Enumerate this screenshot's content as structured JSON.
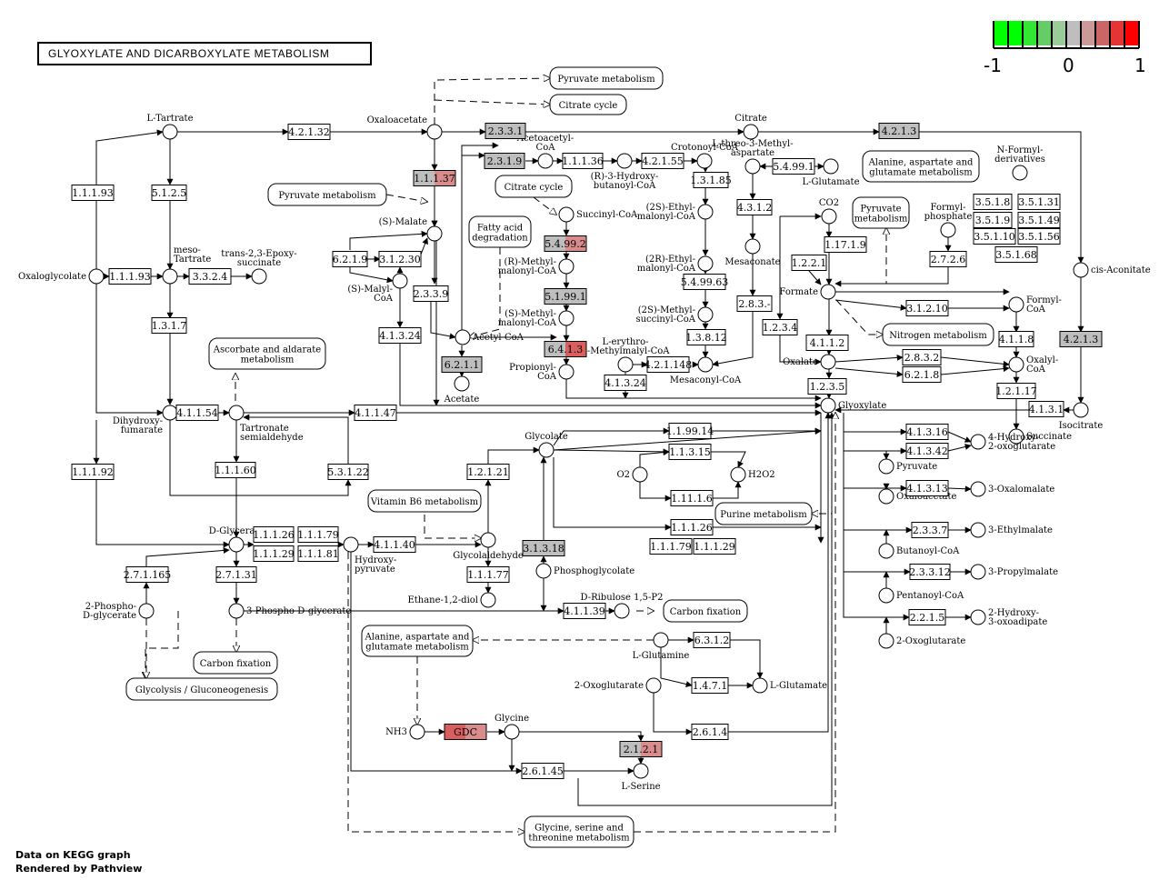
{
  "title": "GLYOXYLATE AND DICARBOXYLATE METABOLISM",
  "footer": {
    "line1": "Data on KEGG graph",
    "line2": "Rendered by Pathview"
  },
  "legend": {
    "labels": [
      "-1",
      "0",
      "1"
    ],
    "colors": [
      "#00ff00",
      "#00ff00",
      "#33e633",
      "#66cc66",
      "#99cc99",
      "#bebebe",
      "#cc9999",
      "#cc6666",
      "#e63333",
      "#ff0000"
    ]
  },
  "colors": {
    "gray": "#bebebe",
    "light_red": "#d98c8c",
    "red": "#d95f5f",
    "dark_red": "#e04545"
  },
  "enzymes": [
    {
      "id": "e1",
      "label": "4.2.1.32",
      "color": "#ffffff"
    },
    {
      "id": "e2",
      "label": "2.3.3.1",
      "color": "#bebebe"
    },
    {
      "id": "e3",
      "label": "4.2.1.3",
      "color": "#bebebe"
    },
    {
      "id": "e4",
      "label": "1.1.1.93",
      "color": "#ffffff"
    },
    {
      "id": "e5",
      "label": "5.1.2.5",
      "color": "#ffffff"
    },
    {
      "id": "e6",
      "label": "1.1.1.37",
      "color": "#bebebe",
      "split": "#d98c8c"
    },
    {
      "id": "e7",
      "label": "2.3.1.9",
      "color": "#bebebe"
    },
    {
      "id": "e8",
      "label": "1.1.1.36",
      "color": "#ffffff"
    },
    {
      "id": "e9",
      "label": "4.2.1.55",
      "color": "#ffffff"
    },
    {
      "id": "e10",
      "label": "1.3.1.85",
      "color": "#ffffff"
    },
    {
      "id": "e11",
      "label": "5.4.99.1",
      "color": "#ffffff"
    },
    {
      "id": "e12",
      "label": "3.5.1.8",
      "color": "#ffffff"
    },
    {
      "id": "e13",
      "label": "3.5.1.31",
      "color": "#ffffff"
    },
    {
      "id": "e14",
      "label": "3.5.1.9",
      "color": "#ffffff"
    },
    {
      "id": "e15",
      "label": "3.5.1.49",
      "color": "#ffffff"
    },
    {
      "id": "e16",
      "label": "3.5.1.10",
      "color": "#ffffff"
    },
    {
      "id": "e17",
      "label": "3.5.1.56",
      "color": "#ffffff"
    },
    {
      "id": "e18",
      "label": "3.5.1.68",
      "color": "#ffffff"
    },
    {
      "id": "e19",
      "label": "1.1.1.93",
      "color": "#ffffff"
    },
    {
      "id": "e20",
      "label": "3.3.2.4",
      "color": "#ffffff"
    },
    {
      "id": "e21",
      "label": "6.2.1.9",
      "color": "#ffffff"
    },
    {
      "id": "e22",
      "label": "3.1.2.30",
      "color": "#ffffff"
    },
    {
      "id": "e23",
      "label": "5.4.99.2",
      "color": "#bebebe",
      "split": "#d98c8c"
    },
    {
      "id": "e24",
      "label": "5.1.99.1",
      "color": "#bebebe"
    },
    {
      "id": "e25",
      "label": "4.3.1.2",
      "color": "#ffffff"
    },
    {
      "id": "e26",
      "label": "1.17.1.9",
      "color": "#ffffff"
    },
    {
      "id": "e27",
      "label": "1.2.2.1",
      "color": "#ffffff"
    },
    {
      "id": "e28",
      "label": "2.7.2.6",
      "color": "#ffffff"
    },
    {
      "id": "e29",
      "label": "5.4.99.63",
      "color": "#ffffff"
    },
    {
      "id": "e30",
      "label": "2.3.3.9",
      "color": "#ffffff"
    },
    {
      "id": "e31",
      "label": "2.8.3.-",
      "color": "#ffffff"
    },
    {
      "id": "e32",
      "label": "3.1.2.10",
      "color": "#ffffff"
    },
    {
      "id": "e33",
      "label": "1.3.1.7",
      "color": "#ffffff"
    },
    {
      "id": "e34",
      "label": "4.1.3.24",
      "color": "#ffffff"
    },
    {
      "id": "e35",
      "label": "6.4.1.3",
      "color": "#bebebe",
      "split": "#d95f5f"
    },
    {
      "id": "e36",
      "label": "1.3.8.12",
      "color": "#ffffff"
    },
    {
      "id": "e37",
      "label": "1.2.3.4",
      "color": "#ffffff"
    },
    {
      "id": "e38",
      "label": "6.2.1.1",
      "color": "#bebebe"
    },
    {
      "id": "e39",
      "label": "4.2.1.148",
      "color": "#ffffff"
    },
    {
      "id": "e40",
      "label": "4.1.1.2",
      "color": "#ffffff"
    },
    {
      "id": "e41",
      "label": "4.1.1.8",
      "color": "#ffffff"
    },
    {
      "id": "e42",
      "label": "4.2.1.3",
      "color": "#bebebe"
    },
    {
      "id": "e43",
      "label": "4.1.3.24",
      "color": "#ffffff"
    },
    {
      "id": "e44",
      "label": "2.8.3.2",
      "color": "#ffffff"
    },
    {
      "id": "e45",
      "label": "6.2.1.8",
      "color": "#ffffff"
    },
    {
      "id": "e46",
      "label": "1.2.3.5",
      "color": "#ffffff"
    },
    {
      "id": "e47",
      "label": "1.2.1.17",
      "color": "#ffffff"
    },
    {
      "id": "e48",
      "label": "4.1.1.54",
      "color": "#ffffff"
    },
    {
      "id": "e49",
      "label": "4.1.1.47",
      "color": "#ffffff"
    },
    {
      "id": "e50",
      "label": "4.1.3.1",
      "color": "#ffffff"
    },
    {
      "id": "e51",
      "label": "1.1.99.14",
      "color": "#ffffff"
    },
    {
      "id": "e52",
      "label": "4.1.3.16",
      "color": "#ffffff"
    },
    {
      "id": "e53",
      "label": "4.1.3.42",
      "color": "#ffffff"
    },
    {
      "id": "e54",
      "label": "1.1.1.60",
      "color": "#ffffff"
    },
    {
      "id": "e55",
      "label": "5.3.1.22",
      "color": "#ffffff"
    },
    {
      "id": "e56",
      "label": "1.2.1.21",
      "color": "#ffffff"
    },
    {
      "id": "e57",
      "label": "1.1.3.15",
      "color": "#ffffff"
    },
    {
      "id": "e58",
      "label": "1.1.1.92",
      "color": "#ffffff"
    },
    {
      "id": "e59",
      "label": "1.11.1.6",
      "color": "#ffffff"
    },
    {
      "id": "e60",
      "label": "4.1.3.13",
      "color": "#ffffff"
    },
    {
      "id": "e61",
      "label": "1.1.1.26",
      "color": "#ffffff"
    },
    {
      "id": "e62",
      "label": "1.1.1.79",
      "color": "#ffffff"
    },
    {
      "id": "e63",
      "label": "1.1.1.29",
      "color": "#ffffff"
    },
    {
      "id": "e64",
      "label": "1.1.1.81",
      "color": "#ffffff"
    },
    {
      "id": "e65",
      "label": "4.1.1.40",
      "color": "#ffffff"
    },
    {
      "id": "e66",
      "label": "1.1.1.26",
      "color": "#ffffff"
    },
    {
      "id": "e67",
      "label": "1.1.1.79",
      "color": "#ffffff"
    },
    {
      "id": "e68",
      "label": "1.1.1.29",
      "color": "#ffffff"
    },
    {
      "id": "e69",
      "label": "2.3.3.7",
      "color": "#ffffff"
    },
    {
      "id": "e70",
      "label": "2.7.1.165",
      "color": "#ffffff"
    },
    {
      "id": "e71",
      "label": "2.7.1.31",
      "color": "#ffffff"
    },
    {
      "id": "e72",
      "label": "3.1.3.18",
      "color": "#bebebe"
    },
    {
      "id": "e73",
      "label": "1.1.1.77",
      "color": "#ffffff"
    },
    {
      "id": "e74",
      "label": "2.3.3.12",
      "color": "#ffffff"
    },
    {
      "id": "e75",
      "label": "4.1.1.39",
      "color": "#ffffff"
    },
    {
      "id": "e76",
      "label": "2.2.1.5",
      "color": "#ffffff"
    },
    {
      "id": "e77",
      "label": "6.3.1.2",
      "color": "#ffffff"
    },
    {
      "id": "e78",
      "label": "1.4.7.1",
      "color": "#ffffff"
    },
    {
      "id": "e79",
      "label": "GDC",
      "color": "#d95f5f",
      "split": "#d98c8c"
    },
    {
      "id": "e80",
      "label": "2.6.1.4",
      "color": "#ffffff"
    },
    {
      "id": "e81",
      "label": "2.1.2.1",
      "color": "#bebebe",
      "split": "#d98c8c"
    },
    {
      "id": "e82",
      "label": "2.6.1.45",
      "color": "#ffffff"
    }
  ],
  "compounds": [
    {
      "id": "c1",
      "label": "L-Tartrate"
    },
    {
      "id": "c2",
      "label": "Oxaloacetate"
    },
    {
      "id": "c3",
      "label": "Citrate"
    },
    {
      "id": "c4",
      "label": "Acetoacetyl-\nCoA"
    },
    {
      "id": "c5",
      "label": "(R)-3-Hydroxy-\nbutanoyl-CoA"
    },
    {
      "id": "c6",
      "label": "Crotonoyl-CoA"
    },
    {
      "id": "c7",
      "label": "L-threo-3-Methyl-\naspartate"
    },
    {
      "id": "c8",
      "label": "L-Glutamate"
    },
    {
      "id": "c9",
      "label": "N-Formyl-\nderivatives"
    },
    {
      "id": "c10",
      "label": "Oxaloglycolate"
    },
    {
      "id": "c11",
      "label": "meso-\nTartrate"
    },
    {
      "id": "c12",
      "label": "trans-2,3-Epoxy-\nsuccinate"
    },
    {
      "id": "c13",
      "label": "(S)-Malate"
    },
    {
      "id": "c14",
      "label": "Succinyl-CoA"
    },
    {
      "id": "c15",
      "label": "(2S)-Ethyl-\nmalonyl-CoA"
    },
    {
      "id": "c16",
      "label": "CO2"
    },
    {
      "id": "c17",
      "label": "Formyl-\nphosphate"
    },
    {
      "id": "c18",
      "label": "(R)-Methyl-\nmalonyl-CoA"
    },
    {
      "id": "c19",
      "label": "(2R)-Ethyl-\nmalonyl-CoA"
    },
    {
      "id": "c20",
      "label": "Mesaconate"
    },
    {
      "id": "c21",
      "label": "(S)-Malyl-\nCoA"
    },
    {
      "id": "c22",
      "label": "cis-Aconitate"
    },
    {
      "id": "c23",
      "label": "Formate"
    },
    {
      "id": "c24",
      "label": "(S)-Methyl-\nmalonyl-CoA"
    },
    {
      "id": "c25",
      "label": "(2S)-Methyl-\nsuccinyl-CoA"
    },
    {
      "id": "c26",
      "label": "Formyl-\nCoA"
    },
    {
      "id": "c27",
      "label": "Acetyl-CoA"
    },
    {
      "id": "c28",
      "label": "L-erythro-\n3-Methylmalyl-CoA"
    },
    {
      "id": "c29",
      "label": "Propionyl-\nCoA"
    },
    {
      "id": "c30",
      "label": "Mesaconyl-CoA"
    },
    {
      "id": "c31",
      "label": "Oxalate"
    },
    {
      "id": "c32",
      "label": "Oxalyl-\nCoA"
    },
    {
      "id": "c33",
      "label": "Acetate"
    },
    {
      "id": "c34",
      "label": "Glyoxylate"
    },
    {
      "id": "c35",
      "label": "Isocitrate"
    },
    {
      "id": "c36",
      "label": "Dihydroxy-\nfumarate"
    },
    {
      "id": "c37",
      "label": "Tartronate\nsemialdehyde"
    },
    {
      "id": "c38",
      "label": "Succinate"
    },
    {
      "id": "c39",
      "label": "Glycolate"
    },
    {
      "id": "c40",
      "label": "4-Hydroxy-\n2-oxoglutarate"
    },
    {
      "id": "c41",
      "label": "Pyruvate"
    },
    {
      "id": "c42",
      "label": "O2"
    },
    {
      "id": "c43",
      "label": "H2O2"
    },
    {
      "id": "c44",
      "label": "Oxaloacetate"
    },
    {
      "id": "c45",
      "label": "3-Oxalomalate"
    },
    {
      "id": "c46",
      "label": "D-Glycerate"
    },
    {
      "id": "c47",
      "label": "Hydroxy-\npyruvate"
    },
    {
      "id": "c48",
      "label": "Glycolaldehyde"
    },
    {
      "id": "c49",
      "label": "3-Ethylmalate"
    },
    {
      "id": "c50",
      "label": "Butanoyl-CoA"
    },
    {
      "id": "c51",
      "label": "Phosphoglycolate"
    },
    {
      "id": "c52",
      "label": "3-Propylmalate"
    },
    {
      "id": "c53",
      "label": "2-Phospho-\nD-glycerate"
    },
    {
      "id": "c54",
      "label": "Ethane-1,2-diol"
    },
    {
      "id": "c55",
      "label": "D-Ribulose 1,5-P2"
    },
    {
      "id": "c56",
      "label": "Pentanoyl-CoA"
    },
    {
      "id": "c57",
      "label": "3-Phospho-D-glycerate"
    },
    {
      "id": "c58",
      "label": "2-Hydroxy-\n3-oxoadipate"
    },
    {
      "id": "c59",
      "label": "2-Oxoglutarate"
    },
    {
      "id": "c60",
      "label": "L-Glutamine"
    },
    {
      "id": "c61",
      "label": "2-Oxoglutarate"
    },
    {
      "id": "c62",
      "label": "L-Glutamate"
    },
    {
      "id": "c63",
      "label": "NH3"
    },
    {
      "id": "c64",
      "label": "Glycine"
    },
    {
      "id": "c65",
      "label": "L-Serine"
    }
  ],
  "maps": [
    {
      "id": "m1",
      "label": "Pyruvate metabolism"
    },
    {
      "id": "m2",
      "label": "Citrate cycle"
    },
    {
      "id": "m3",
      "label": "Pyruvate metabolism"
    },
    {
      "id": "m4",
      "label": "Citrate cycle"
    },
    {
      "id": "m5",
      "label": "Fatty acid\ndegradation"
    },
    {
      "id": "m6",
      "label": "Alanine, aspartate and\nglutamate metabolism"
    },
    {
      "id": "m7",
      "label": "Pyruvate\nmetabolism"
    },
    {
      "id": "m8",
      "label": "Nitrogen metabolism"
    },
    {
      "id": "m9",
      "label": "Ascorbate and aldarate\nmetabolism"
    },
    {
      "id": "m10",
      "label": "Vitamin B6 metabolism"
    },
    {
      "id": "m11",
      "label": "Purine metabolism"
    },
    {
      "id": "m12",
      "label": "Carbon fixation"
    },
    {
      "id": "m13",
      "label": "Alanine, aspartate and\nglutamate metabolism"
    },
    {
      "id": "m14",
      "label": "Carbon fixation"
    },
    {
      "id": "m15",
      "label": "Glycolysis / Gluconeogenesis"
    },
    {
      "id": "m16",
      "label": "Glycine, serine and\nthreonine metabolism"
    }
  ]
}
